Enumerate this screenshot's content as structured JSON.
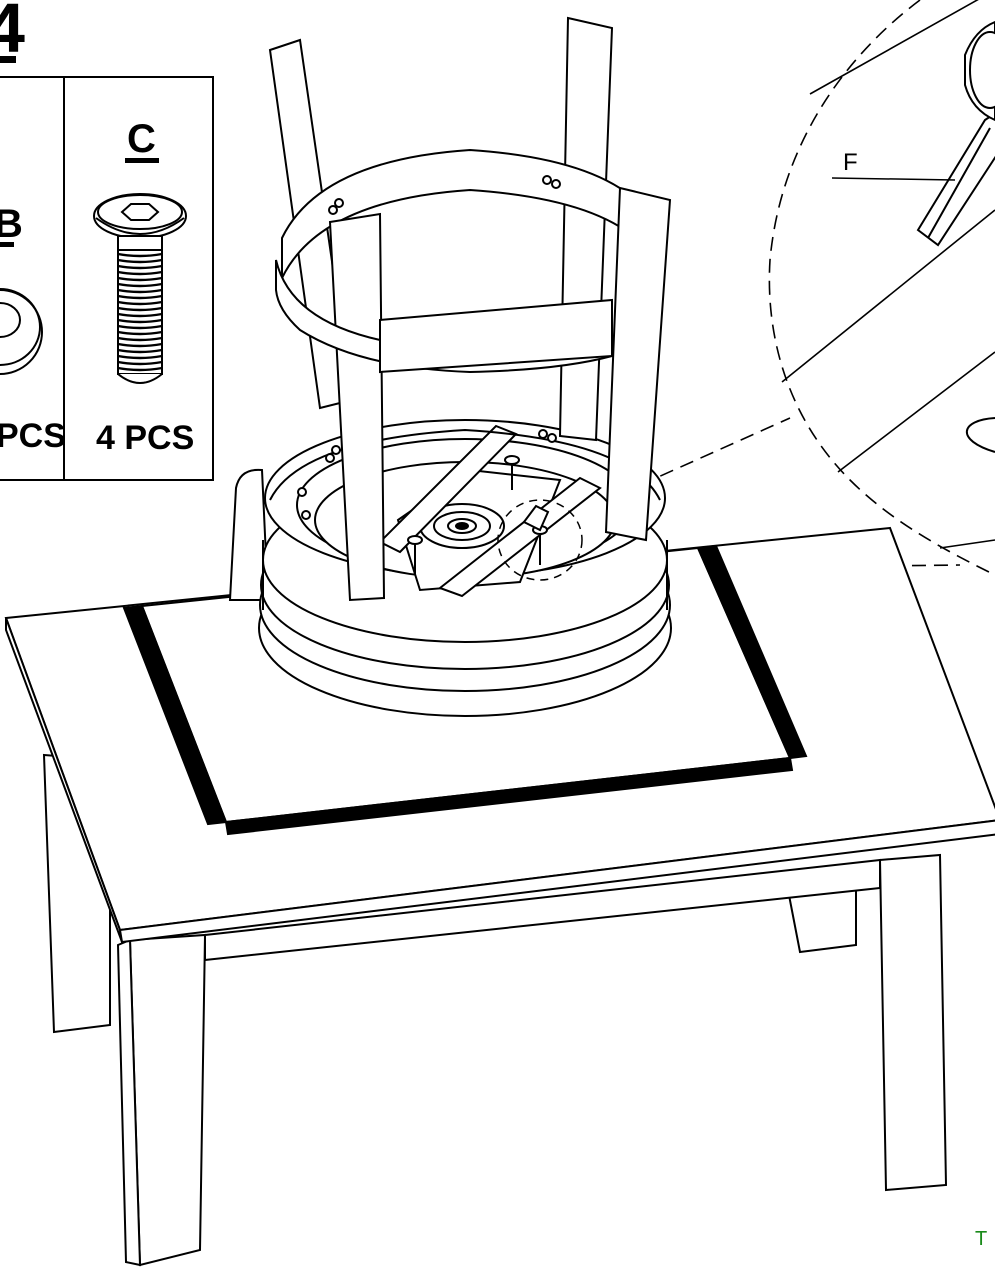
{
  "step": {
    "number": "4"
  },
  "parts": [
    {
      "letter": "B",
      "qty_label": "PCS",
      "icon": "washer-icon"
    },
    {
      "letter": "C",
      "qty_label": "4 PCS",
      "icon": "screw-icon"
    }
  ],
  "detail": {
    "callout_letter": "F",
    "icon": "hex-key-icon"
  },
  "corner_text": {
    "text": "T",
    "color": "#1a8a1a"
  },
  "colors": {
    "line": "#000000",
    "background": "#ffffff",
    "accent": "#1a8a1a"
  }
}
